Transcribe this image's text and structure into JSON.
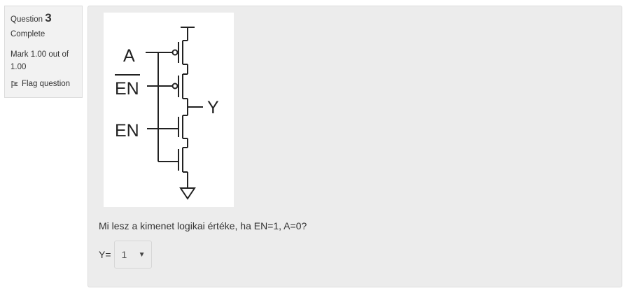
{
  "info": {
    "question_label": "Question",
    "question_number": "3",
    "state": "Complete",
    "grade": "Mark 1.00 out of 1.00",
    "flag_label": "Flag question"
  },
  "diagram": {
    "label_a": "A",
    "label_en_bar": "EN",
    "label_en": "EN",
    "label_y": "Y"
  },
  "question": {
    "text": "Mi lesz a kimenet logikai értéke, ha EN=1, A=0?",
    "answer_prefix": "Y=",
    "selected_value": "1"
  }
}
